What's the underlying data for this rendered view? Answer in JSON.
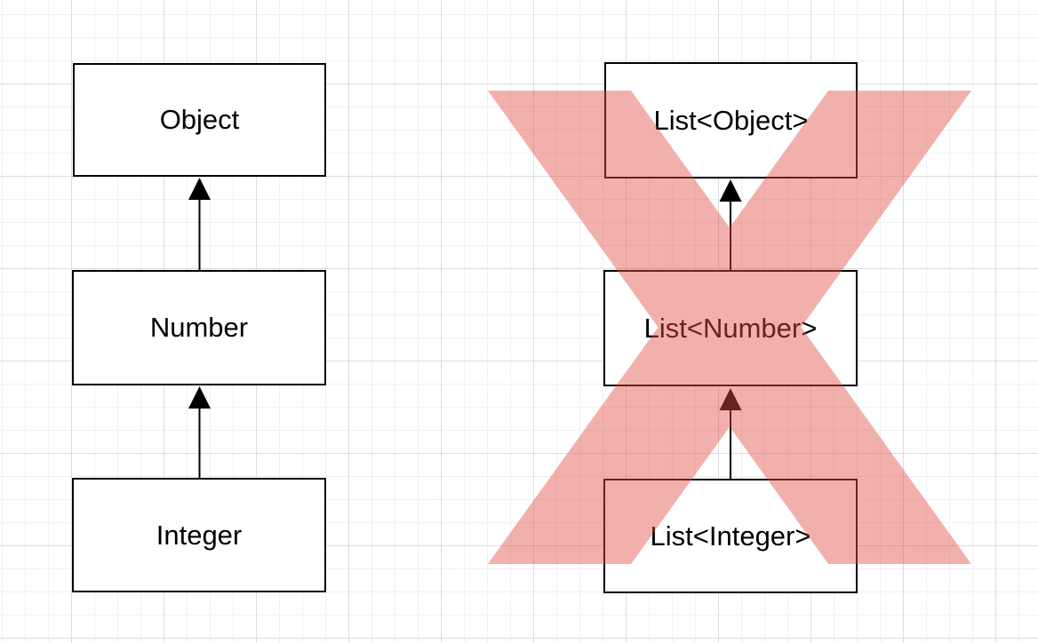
{
  "diagram": {
    "left_hierarchy": {
      "nodes": [
        {
          "label": "Object"
        },
        {
          "label": "Number"
        },
        {
          "label": "Integer"
        }
      ]
    },
    "right_hierarchy": {
      "nodes": [
        {
          "label": "List<Object>"
        },
        {
          "label": "List<Number>"
        },
        {
          "label": "List<Integer>"
        }
      ]
    },
    "colors": {
      "box_fill": "#ffffff",
      "box_stroke": "#000000",
      "arrow": "#000000",
      "cross_out_red": "#e15048",
      "cross_out_opacity": "0.45",
      "grid_minor": "#f2f0f0",
      "grid_major": "#dcdcdc"
    }
  }
}
